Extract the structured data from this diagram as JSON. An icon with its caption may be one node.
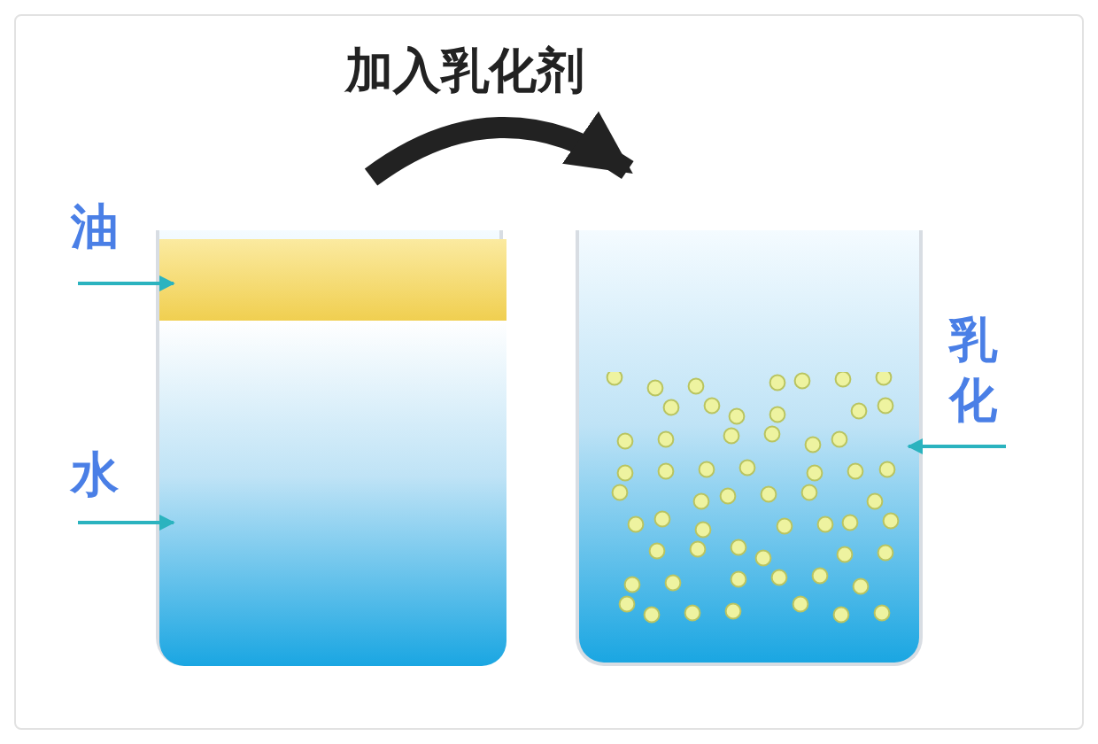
{
  "diagram": {
    "nodes": [
      {
        "text": [
          "油"
        ]
      },
      {
        "text": [],
        "shape": "box"
      },
      {
        "text": [],
        "shape": "bar",
        "in": 1
      },
      {
        "text": [],
        "shape": "box",
        "in": 1
      },
      {
        "text": [
          "水"
        ]
      },
      {
        "text": [],
        "shape": "box"
      },
      {
        "text": [
          "乳化"
        ]
      }
    ],
    "edges": [
      {
        "from": 0,
        "to": 2,
        "arrow": "to"
      },
      {
        "from": 4,
        "to": 3,
        "arrow": "to"
      },
      {
        "from": 1,
        "to": 5,
        "arrow": "to",
        "label": "加入乳化剂",
        "style": "thick",
        "color": "#222222"
      },
      {
        "from": 6,
        "to": 5,
        "arrow": "to"
      }
    ]
  }
}
